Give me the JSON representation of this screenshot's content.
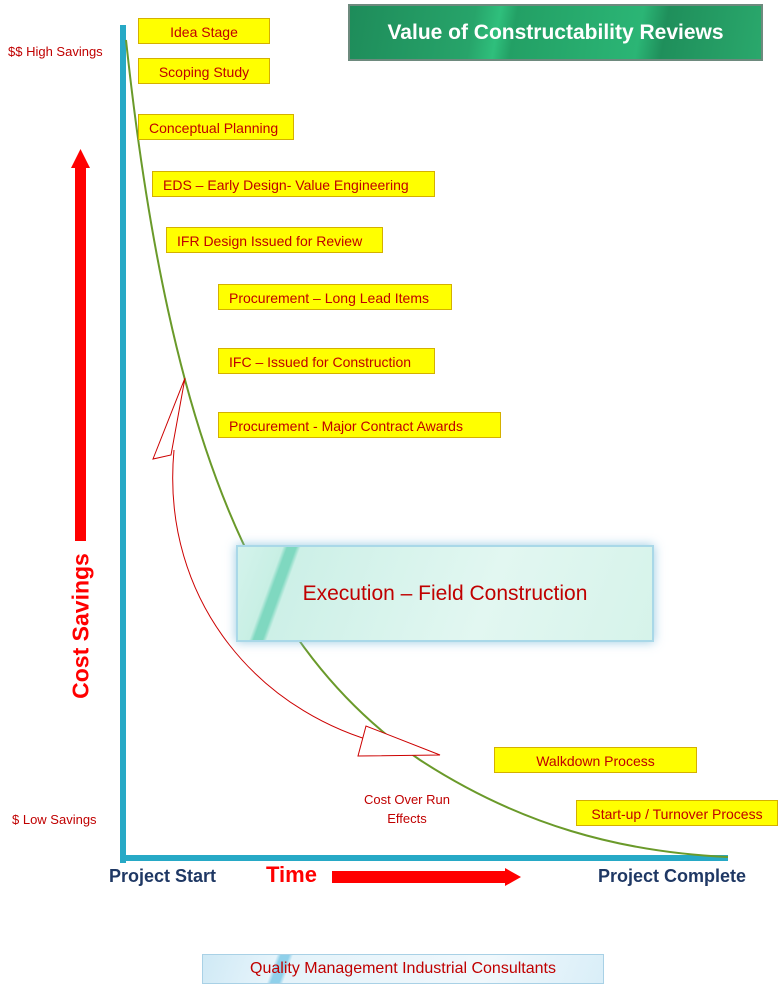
{
  "title": "Value of Constructability Reviews",
  "y_axis": {
    "label": "Cost Savings",
    "high": "$$ High Savings",
    "low": "$ Low Savings"
  },
  "x_axis": {
    "label": "Time",
    "start": "Project Start",
    "end": "Project Complete"
  },
  "stages": [
    "Idea Stage",
    "Scoping Study",
    "Conceptual Planning",
    "EDS – Early Design- Value Engineering",
    "IFR Design Issued for Review",
    "Procurement – Long Lead Items",
    "IFC – Issued for Construction",
    "Procurement -  Major Contract Awards",
    "Walkdown Process",
    "Start-up / Turnover Process"
  ],
  "execution_label": "Execution – Field Construction",
  "cost_overrun_label": "Cost Over Run\nEffects",
  "footer": "Quality Management Industrial Consultants",
  "colors": {
    "axis": "#27a9c6",
    "curve": "#6a9a2a",
    "stage_fill": "#ffff00",
    "stage_text": "#c00000",
    "arrow": "#ff0000",
    "title_banner": "#23a065"
  }
}
